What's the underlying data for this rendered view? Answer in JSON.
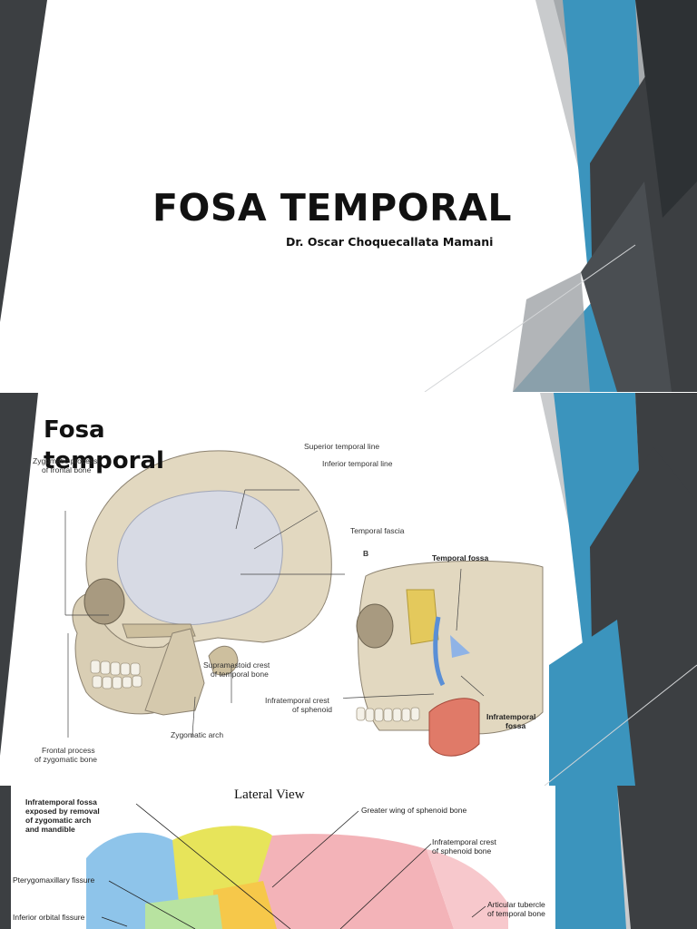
{
  "slide1": {
    "title": "FOSA TEMPORAL",
    "author": "Dr. Oscar Choquecallata Mamani",
    "colors": {
      "blue": "#3b94bd",
      "dark": "#3c3f42",
      "gray": "#9fa3a6",
      "light_gray": "#c9cbcd"
    }
  },
  "slide2": {
    "heading_line1": "Fosa",
    "heading_line2": "temporal",
    "figure_a_labels": {
      "zygomatic_process_line1": "Zygomatic process",
      "zygomatic_process_line2": "of frontal bone",
      "superior_temporal_line": "Superior temporal line",
      "inferior_temporal_line": "Inferior temporal line",
      "temporal_fascia": "Temporal fascia",
      "supramastoid_line1": "Supramastoid crest",
      "supramastoid_line2": "of temporal bone",
      "zygomatic_arch": "Zygomatic arch",
      "frontal_process_line1": "Frontal process",
      "frontal_process_line2": "of zygomatic bone"
    },
    "figure_b_labels": {
      "panel_letter": "B",
      "temporal_fossa": "Temporal fossa",
      "infratemporal_crest_line1": "Infratemporal crest",
      "infratemporal_crest_line2": "of sphenoid",
      "infratemporal_fossa_line1": "Infratemporal",
      "infratemporal_fossa_line2": "fossa"
    }
  },
  "slide3": {
    "view_title": "Lateral View",
    "labels": {
      "infratemporal_line1": "Infratemporal fossa",
      "infratemporal_line2": "exposed by removal",
      "infratemporal_line3": "of zygomatic arch",
      "infratemporal_line4": "and mandible",
      "greater_wing": "Greater wing of sphenoid bone",
      "infratemporal_crest_line1": "Infratemporal crest",
      "infratemporal_crest_line2": "of sphenoid bone",
      "pterygomaxillary": "Pterygomaxillary fissure",
      "inferior_orbital": "Inferior orbital fissure",
      "articular_line1": "Articular tubercle",
      "articular_line2": "of temporal bone"
    }
  }
}
